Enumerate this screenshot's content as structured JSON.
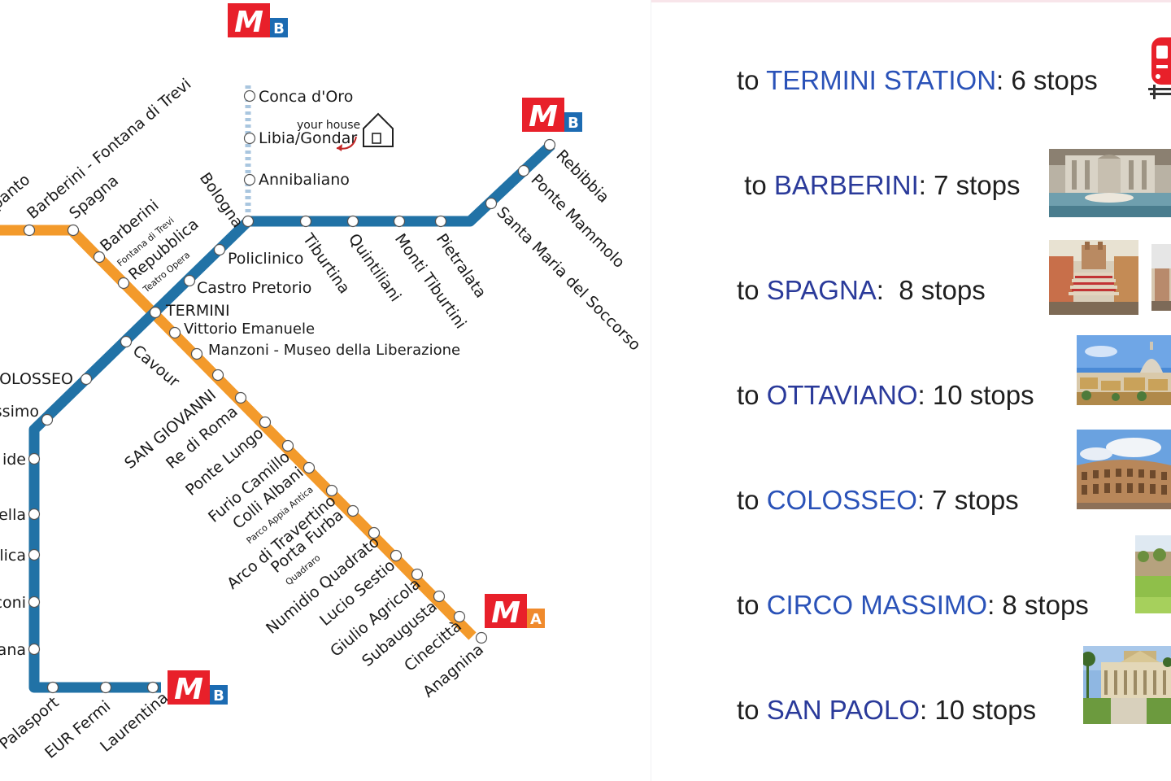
{
  "map": {
    "metro_logos": [
      {
        "letter": "M",
        "line": "B"
      },
      {
        "letter": "M",
        "line": "B"
      },
      {
        "letter": "M",
        "line": "B"
      },
      {
        "letter": "M",
        "line": "A"
      }
    ],
    "line_a_stations": [
      "panto",
      "Barberini - Fontana di Trevi",
      "Spagna",
      "Vittorio Emanuele",
      "Manzoni - Museo della Liberazione",
      "SAN GIOVANNI",
      "Re di Roma",
      "Ponte Lungo",
      "Furio Camillo",
      "Colli Albani",
      "Arco di Travertino",
      "Porta Furba",
      "Numidio Quadrato",
      "Lucio Sestio",
      "Giulio Agricola",
      "Subaugusta",
      "Cinecittà",
      "Anagnina"
    ],
    "line_a_subtitles": [
      "Parco Appia Antica",
      "Quadraro"
    ],
    "line_b_stations": [
      "Laurentina",
      "EUR Fermi",
      "Palasport",
      "ana",
      "coni",
      "lica",
      "ella",
      "ide",
      "ssimo",
      "OLOSSEO",
      "Cavour",
      "TERMINI",
      "Castro Pretorio",
      "Policlinico",
      "Bologna",
      "Tiburtina",
      "Quintiliani",
      "Monti Tiburtini",
      "Pietralata",
      "Santa Maria del Soccorso",
      "Ponte Mammolo",
      "Rebibbia"
    ],
    "branch_stations": [
      "Conca d'Oro",
      "Libia/Gondar",
      "Annibaliano"
    ],
    "interchange": {
      "line_b_label": "Barberini",
      "line_b_sub": "Fontana di Trevi",
      "line_a_label": "Repubblica",
      "line_a_sub": "Teatro Opera"
    },
    "house_label": "your house"
  },
  "destinations": [
    {
      "prefix": "to ",
      "name": "TERMINI STATION",
      "suffix": ": 6 stops",
      "image": "train-icon"
    },
    {
      "prefix": " to ",
      "name": "BARBERINI",
      "suffix": ": 7 stops",
      "image": "trevi-fountain-photo"
    },
    {
      "prefix": "to ",
      "name": "SPAGNA",
      "suffix": ":  8 stops",
      "image": "spanish-steps-photo"
    },
    {
      "prefix": "to ",
      "name": "OTTAVIANO",
      "suffix": ": 10 stops",
      "image": "st-peters-photo"
    },
    {
      "prefix": "to ",
      "name": "COLOSSEO",
      "suffix": ": 7 stops",
      "image": "colosseum-photo"
    },
    {
      "prefix": "to ",
      "name": "CIRCO MASSIMO",
      "suffix": ": 8 stops",
      "image": "circus-maximus-photo"
    },
    {
      "prefix": "to ",
      "name": "SAN PAOLO",
      "suffix": ": 10 stops",
      "image": "san-paolo-photo"
    }
  ],
  "colors": {
    "line_a": "#f39a2b",
    "line_b": "#2172a6",
    "branch": "#a9c6df",
    "metro_red": "#e8202a",
    "metro_blue": "#1c6bb2",
    "metro_orange": "#f08a2c",
    "destination_blue": "#2a52b8"
  }
}
